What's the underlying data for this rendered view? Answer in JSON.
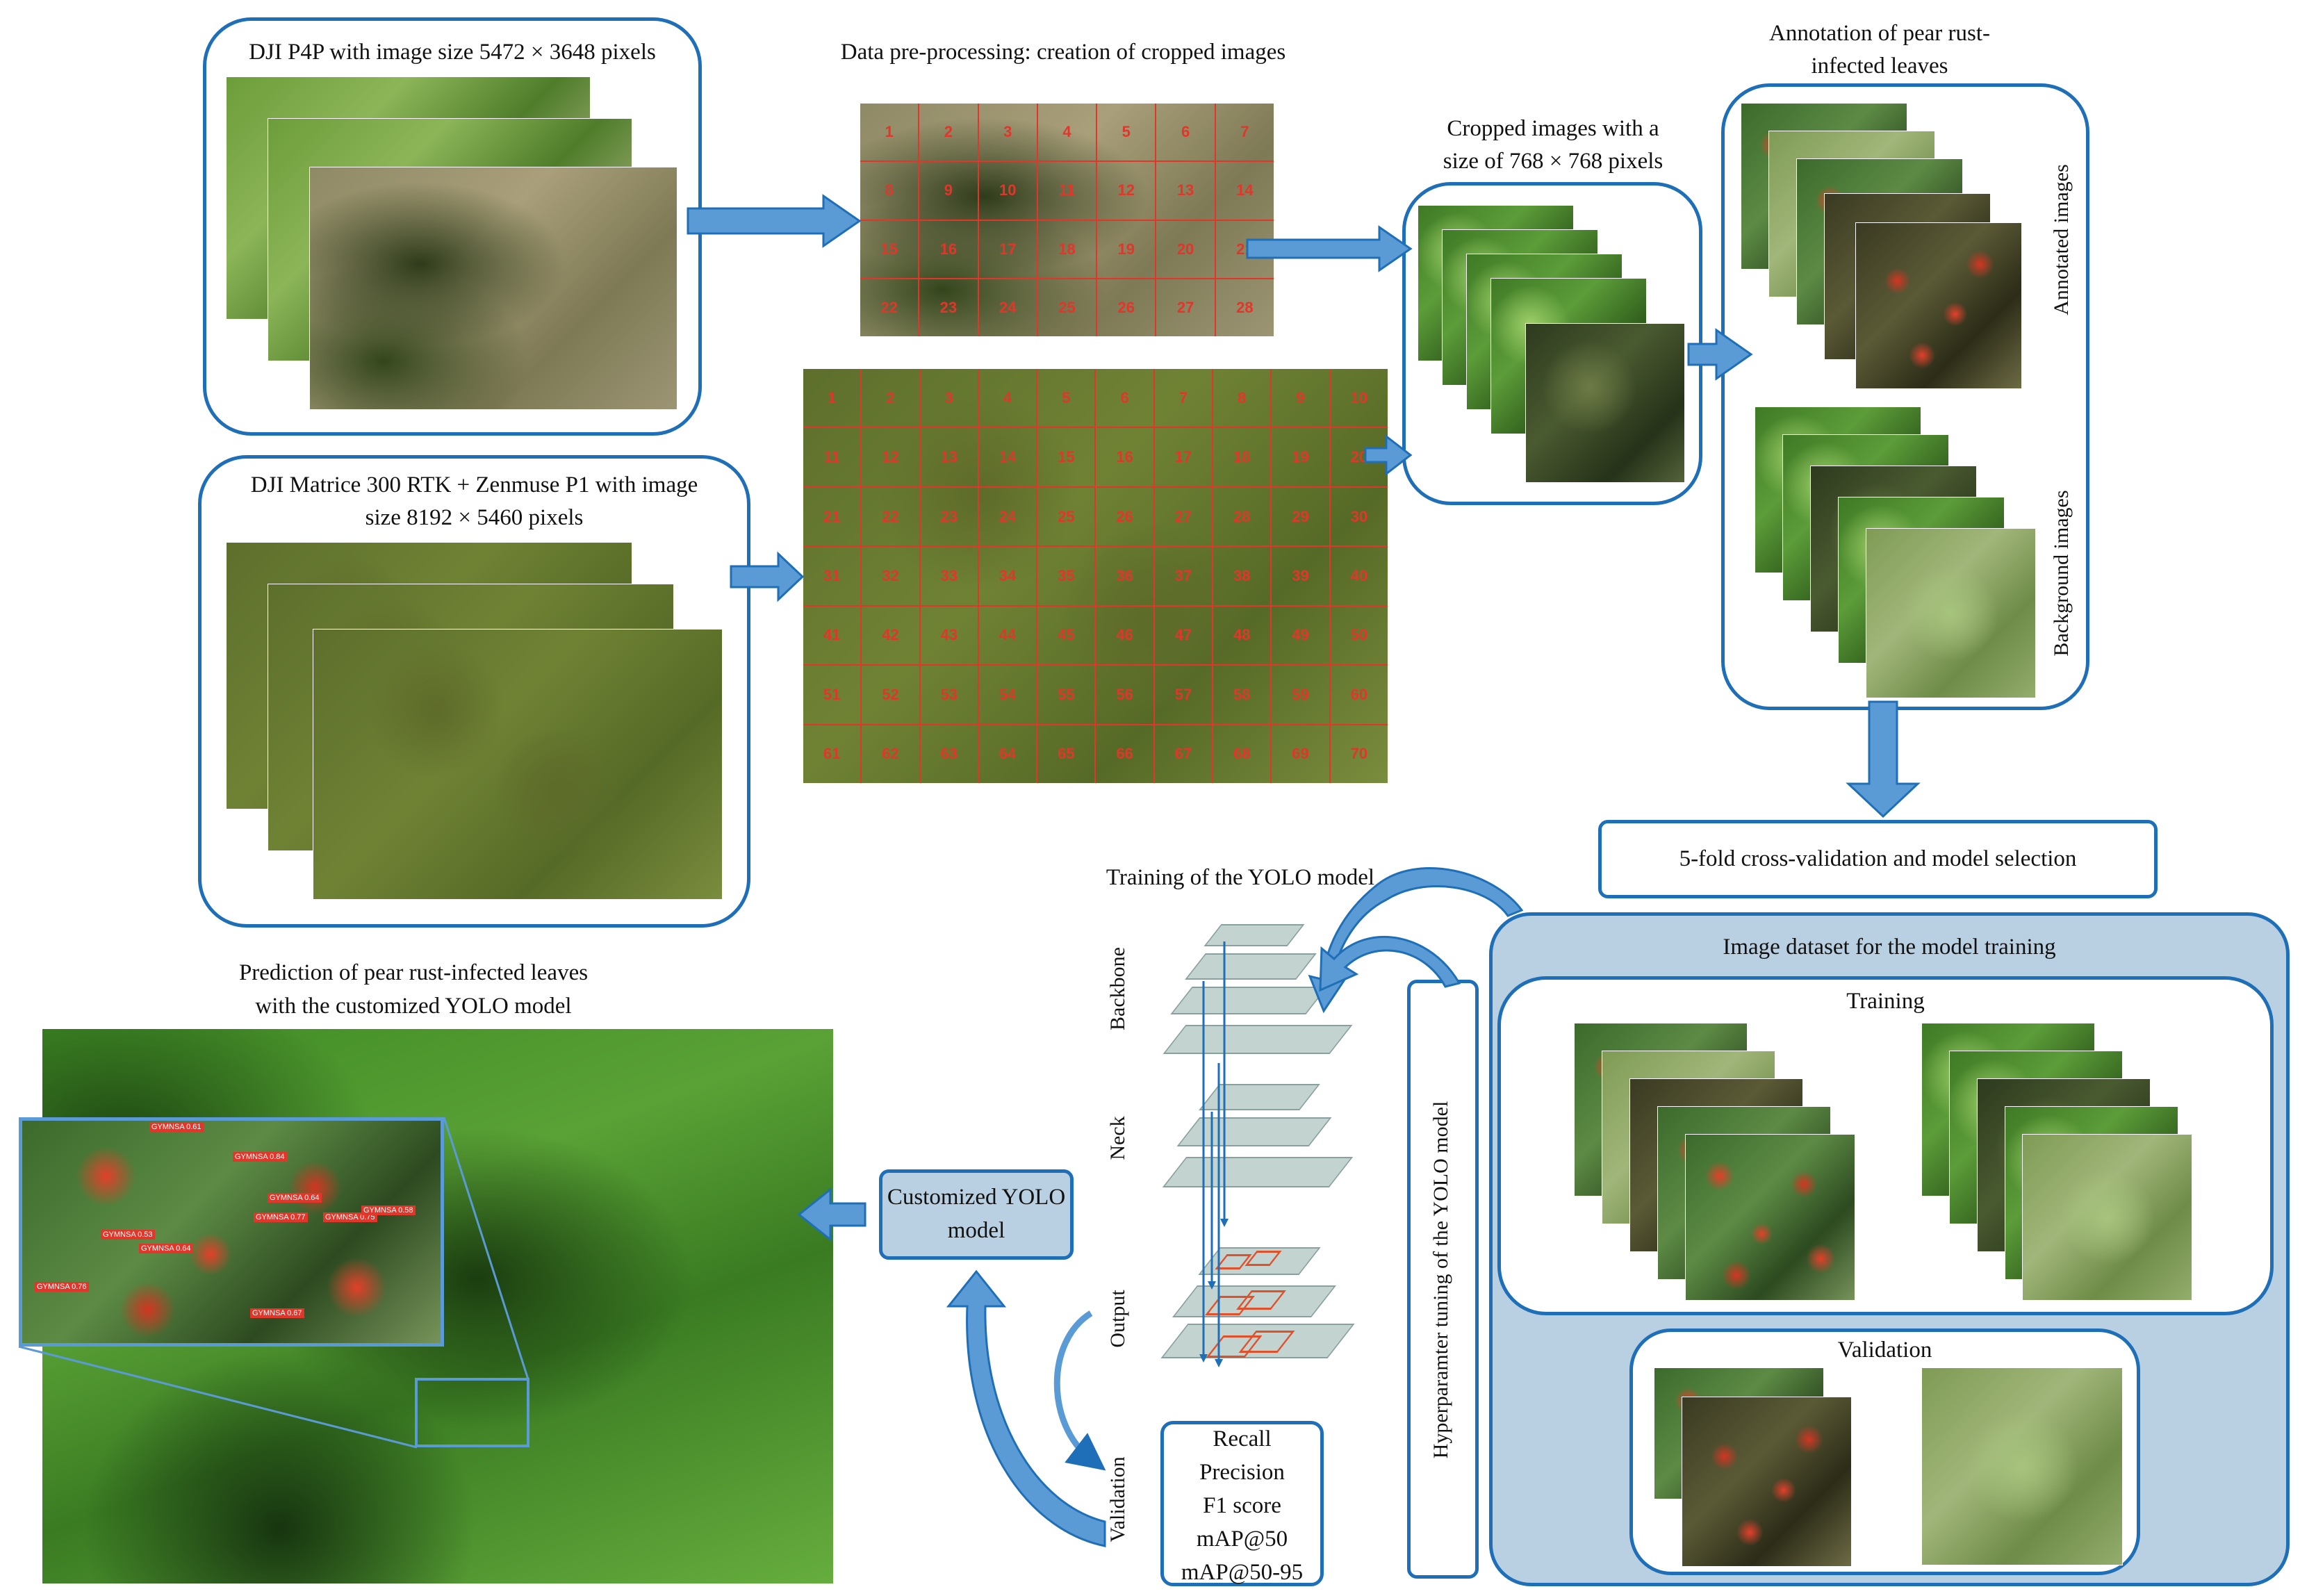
{
  "acquisition": {
    "p4p_label": "DJI P4P with image size 5472 × 3648 pixels",
    "m300_label_line1": "DJI Matrice 300 RTK + Zenmuse P1 with image",
    "m300_label_line2": "size 8192 × 5460 pixels"
  },
  "preprocessing": {
    "title": "Data pre-processing: creation of cropped images",
    "small_grid_numbers": [
      "1",
      "2",
      "3",
      "4",
      "5",
      "6",
      "7",
      "8",
      "9",
      "10",
      "11",
      "12",
      "13",
      "14",
      "15",
      "16",
      "17",
      "18",
      "19",
      "20",
      "21",
      "22",
      "23",
      "24",
      "25",
      "26",
      "27",
      "28"
    ],
    "large_grid_numbers": [
      "1",
      "2",
      "3",
      "4",
      "5",
      "6",
      "7",
      "8",
      "9",
      "10",
      "11",
      "12",
      "13",
      "14",
      "15",
      "16",
      "17",
      "18",
      "19",
      "20",
      "21",
      "22",
      "23",
      "24",
      "25",
      "26",
      "27",
      "28",
      "29",
      "30",
      "31",
      "32",
      "33",
      "34",
      "35",
      "36",
      "37",
      "38",
      "39",
      "40",
      "41",
      "42",
      "43",
      "44",
      "45",
      "46",
      "47",
      "48",
      "49",
      "50",
      "51",
      "52",
      "53",
      "54",
      "55",
      "56",
      "57",
      "58",
      "59",
      "60",
      "61",
      "62",
      "63",
      "64",
      "65",
      "66",
      "67",
      "68",
      "69",
      "70"
    ]
  },
  "cropped": {
    "line1": "Cropped images with a",
    "line2": "size of 768 × 768 pixels"
  },
  "annotation": {
    "title_line1": "Annotation of pear rust-",
    "title_line2": "infected leaves",
    "annotated_label": "Annotated images",
    "background_label": "Background images"
  },
  "cross_validation": {
    "label": "5-fold cross-validation and model selection"
  },
  "dataset": {
    "title": "Image dataset for the model training",
    "training_label": "Training",
    "validation_label": "Validation"
  },
  "hyperparam": {
    "label": "Hyperparamter tuning of the YOLO model"
  },
  "yolo": {
    "title": "Training of the YOLO model",
    "backbone": "Backbone",
    "neck": "Neck",
    "output": "Output",
    "validation": "Validation",
    "metrics": [
      "Recall",
      "Precision",
      "F1 score",
      "mAP@50",
      "mAP@50-95"
    ]
  },
  "customized": {
    "line1": "Customized YOLO",
    "line2": "model"
  },
  "prediction": {
    "title_line1": "Prediction of pear rust-infected leaves",
    "title_line2": "with the customized YOLO model",
    "detections": [
      "GYMNSA 0.61",
      "GYMNSA 0.84",
      "GYMNSA 0.64",
      "GYMNSA 0.77",
      "GYMNSA 0.75",
      "GYMNSA 0.58",
      "GYMNSA 0.53",
      "GYMNSA 0.64",
      "GYMNSA 0.76",
      "GYMNSA 0.67"
    ]
  },
  "colors": {
    "blue": "#1f6fb8",
    "arrow_fill": "#5b9bd5",
    "panel_fill": "#b9cfe2",
    "grid_red": "#e2362a"
  }
}
